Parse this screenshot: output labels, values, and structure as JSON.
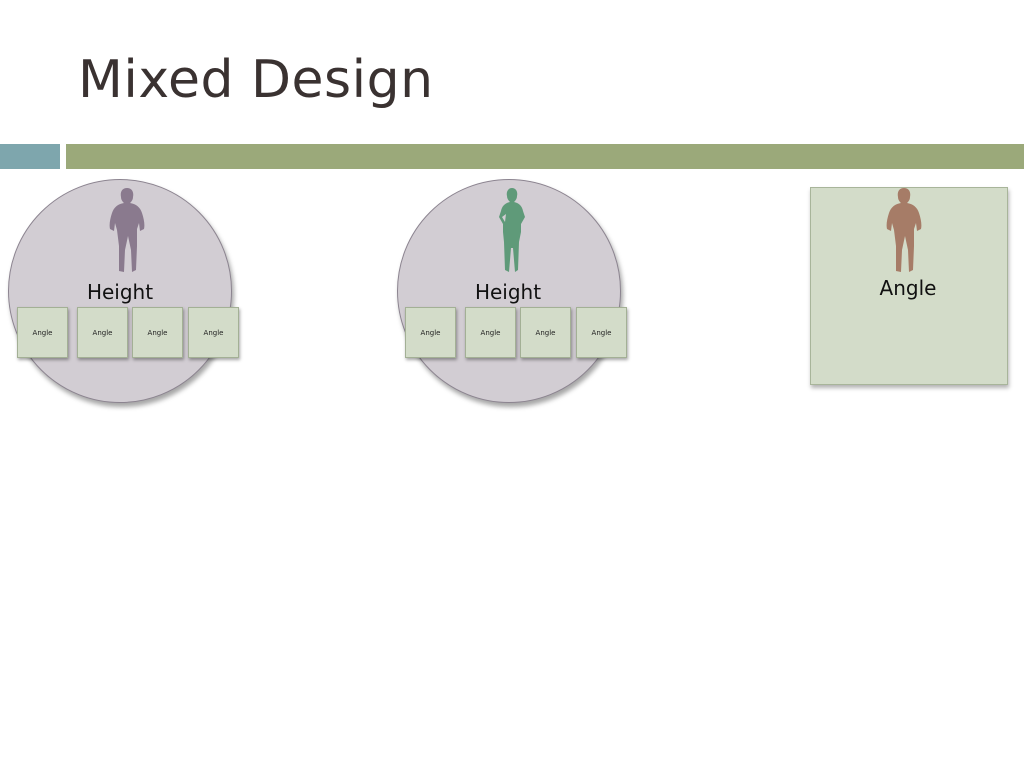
{
  "slide": {
    "title": "Mixed Design"
  },
  "groups": [
    {
      "label": "Height",
      "figure_color": "#8a7a8e",
      "conditions": [
        "Angle",
        "Angle",
        "Angle",
        "Angle"
      ]
    },
    {
      "label": "Height",
      "figure_color": "#5f9a79",
      "conditions": [
        "Angle",
        "Angle",
        "Angle",
        "Angle"
      ]
    },
    {
      "label": "Angle",
      "figure_color": "#a67c67",
      "conditions": []
    }
  ],
  "colors": {
    "accent_teal": "#7ea6ad",
    "accent_green": "#9ba97a",
    "circle_fill": "#d2cdd3",
    "box_fill": "#d3dcc9"
  },
  "icons": [
    "person-silhouette-icon"
  ]
}
